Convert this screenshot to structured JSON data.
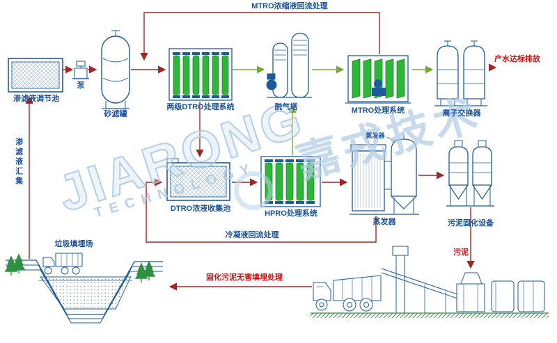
{
  "diagram": {
    "labels": {
      "top_reflux": "MTRO浓缩液回流处理",
      "regulation_pool": "渗滤液调节池",
      "pump": "泵",
      "sand_filter": "砂滤罐",
      "dtro_system": "两级DTRO处理系统",
      "degassing_tower": "脱气塔",
      "mtro_system": "MTRO处理系统",
      "ion_exchanger": "离子交换器",
      "water_discharge": "产水达标排放",
      "leachate_collection": "渗滤液汇集",
      "dtro_pool": "DTRO浓液收集池",
      "hpro_system": "HPRO处理系统",
      "evaporator_small": "蒸发器",
      "evaporator": "蒸发器",
      "sludge_equipment": "污泥固化设备",
      "sludge": "污泥",
      "condensate_reflux": "冷凝液回流处理",
      "landfill": "垃圾填埋场",
      "solidified_sludge": "固化污泥无害填埋处理"
    },
    "watermark": {
      "brand_en": "JIARONG",
      "brand_cn": "嘉戎技术",
      "brand_sub": "TECHNOLOGY"
    },
    "colors": {
      "outline_blue": "#1d5b9b",
      "flow_red": "#a02525",
      "flow_green": "#6fae2c",
      "label_blue": "#1a5296",
      "label_red": "#cc1111",
      "equipment_green": "#2fb53a",
      "watermark_blue": "#c8dcee"
    }
  }
}
